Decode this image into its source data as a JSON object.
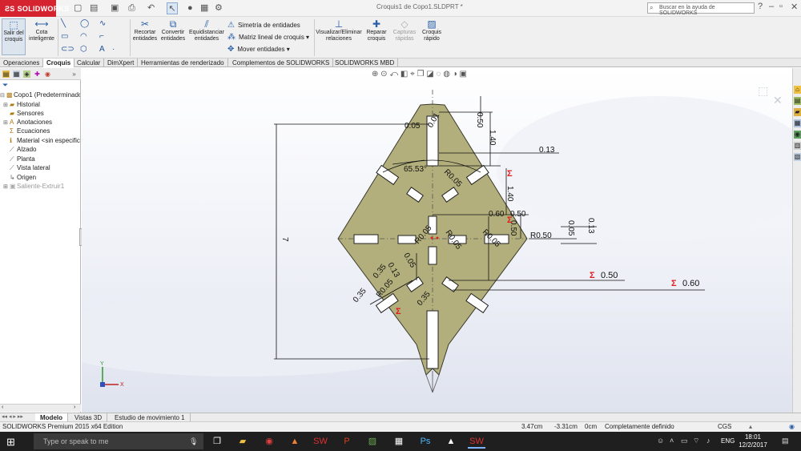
{
  "titlebar": {
    "app_name": "SOLIDWORKS",
    "doc_title": "Croquis1 de Copo1.SLDPRT *",
    "search_placeholder": "Buscar en la ayuda de SOLIDWORKS"
  },
  "ribbon": {
    "exit_sketch": "Salir del croquis",
    "smart_dimension": "Cota inteligente",
    "trim": "Recortar entidades",
    "convert": "Convertir entidades",
    "offset": "Equidistanciar entidades",
    "mirror": "Simetría de entidades",
    "linear_pattern": "Matriz lineal de croquis",
    "move": "Mover entidades",
    "display_relations": "Visualizar/Eliminar relaciones",
    "repair": "Reparar croquis",
    "quick_snaps": "Capturas rápidas",
    "rapid_sketch": "Croquis rápido"
  },
  "tabs": [
    {
      "label": "Operaciones"
    },
    {
      "label": "Croquis"
    },
    {
      "label": "Calcular"
    },
    {
      "label": "DimXpert"
    },
    {
      "label": "Herramientas de renderizado"
    },
    {
      "label": "Complementos de SOLIDWORKS"
    },
    {
      "label": "SOLIDWORKS MBD"
    }
  ],
  "tree": [
    {
      "label": "Copo1  (Predeterminado-"
    },
    {
      "label": "Historial"
    },
    {
      "label": "Sensores"
    },
    {
      "label": "Anotaciones"
    },
    {
      "label": "Ecuaciones"
    },
    {
      "label": "Material <sin especific"
    },
    {
      "label": "Alzado"
    },
    {
      "label": "Planta"
    },
    {
      "label": "Vista lateral"
    },
    {
      "label": "Origen"
    },
    {
      "label": "Saliente-Extruir1"
    }
  ],
  "dims": {
    "d050_top": "0.50",
    "d005_top": "0.05",
    "d001": "0.01",
    "d140_top": "1.40",
    "d013_top": "0.13",
    "angle": "65.53°",
    "r005_top": "R0.05",
    "d140_mid": "1.40",
    "d060_mid": "0.60",
    "d050_mid": "0.50",
    "d050_vert": "0.50",
    "r050": "R0.50",
    "d005_right": "0.05",
    "d013_right": "0.13",
    "d7": "7",
    "r05_a": "R0.05",
    "r05_b": "R0.05",
    "r05_c": "R0.05",
    "d005_center": "0.05",
    "d013_lower": "0.13",
    "d035_a": "0.35",
    "d035_b": "0.35",
    "d035_c": "0.35",
    "r005_lower": "R0.05",
    "d050_sigma": "0.50",
    "d060_sigma": "0.60"
  },
  "bottom_tabs": [
    {
      "label": "Modelo"
    },
    {
      "label": "Vistas 3D"
    },
    {
      "label": "Estudio de movimiento 1"
    }
  ],
  "status": {
    "edition": "SOLIDWORKS Premium 2015 x64 Edition",
    "x": "3.47cm",
    "y": "-3.31cm",
    "z": "0cm",
    "state": "Completamente definido",
    "units": "CGS"
  },
  "taskbar": {
    "search_placeholder": "Type or speak to me",
    "lang": "ENG",
    "time": "18:01",
    "date": "12/2/2017"
  }
}
